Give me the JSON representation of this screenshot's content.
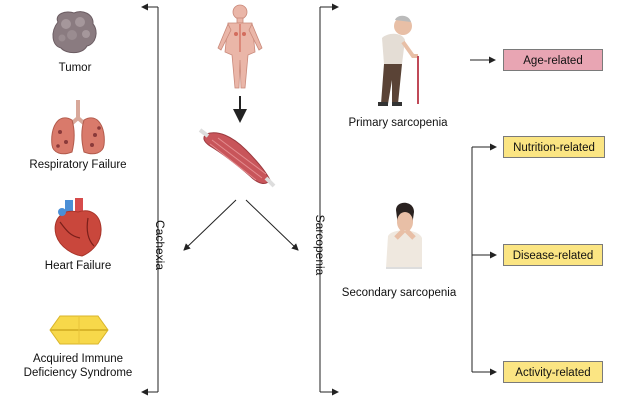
{
  "left_group": {
    "title": "Cachexia",
    "causes": [
      {
        "label": "Tumor",
        "icon": "tumor-icon"
      },
      {
        "label": "Respiratory Failure",
        "icon": "lungs-icon"
      },
      {
        "label": "Heart Failure",
        "icon": "heart-icon"
      },
      {
        "label": "Acquired Immune\nDeficiency Syndrome",
        "icon": "virus-icon"
      }
    ]
  },
  "center": {
    "top_icon": "human-body-icon",
    "muscle_icon": "muscle-icon"
  },
  "right_group": {
    "title": "Sarcopenia",
    "primary": {
      "label": "Primary sarcopenia",
      "icon": "elderly-person-with-cane-icon"
    },
    "secondary": {
      "label": "Secondary sarcopenia",
      "icon": "distressed-person-icon"
    },
    "types": [
      {
        "label": "Age-related",
        "color": "#e8a5b3"
      },
      {
        "label": "Nutrition-related",
        "color": "#fbe583"
      },
      {
        "label": "Disease-related",
        "color": "#fbe583"
      },
      {
        "label": "Activity-related",
        "color": "#fbe583"
      }
    ]
  }
}
